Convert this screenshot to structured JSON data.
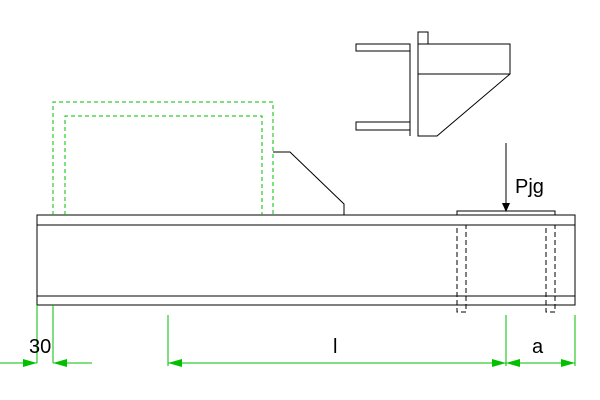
{
  "labels": {
    "load": "Pjg",
    "offset_dim": "30",
    "span_dim": "l",
    "overhang_dim": "a"
  },
  "colors": {
    "outline": "#000000",
    "dimension": "#00c000"
  }
}
